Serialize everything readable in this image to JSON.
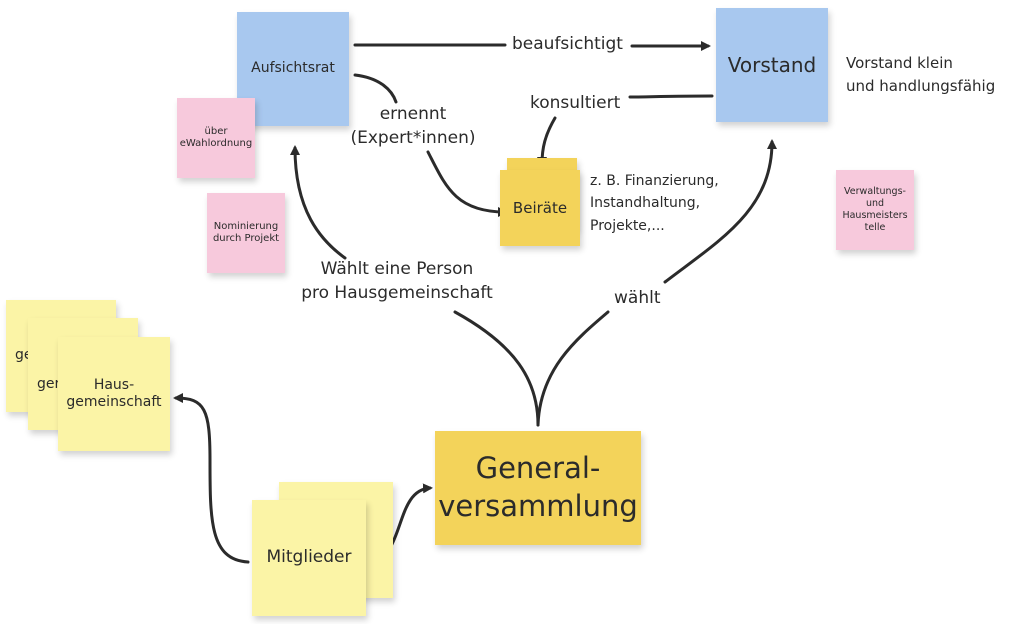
{
  "colors": {
    "blue_note": "#a8c8ef",
    "pink_note": "#f7c9dc",
    "yellow_note": "#f3d35a",
    "pale_yellow_note": "#fbf4a6",
    "arrow": "#2b2b2b"
  },
  "notes": {
    "aufsichtsrat": "Aufsichtsrat",
    "vorstand": "Vorstand",
    "beiraete": "Beiräte",
    "generalversammlung": "General-\nversammlung",
    "mitglieder": "Mitglieder",
    "hausgemeinschaft": "Haus-\ngemeinschaft",
    "stack_partial_1": "ge",
    "stack_partial_2": "ger",
    "wahlordnung": "über\neWahlordnung",
    "nominierung": "Nominierung\ndurch Projekt",
    "verwaltung": "Verwaltungs-\nund\nHausmeisters\ntelle"
  },
  "texts": {
    "vorstand_note": "Vorstand klein\nund handlungsfähig",
    "beiraete_examples": "z. B. Finanzierung,\nInstandhaltung,\nProjekte,..."
  },
  "edges": {
    "beaufsichtigt": "beaufsichtigt",
    "konsultiert": "konsultiert",
    "ernennt": "ernennt\n(Expert*innen)",
    "waehlt_person": "Wählt eine Person\npro Hausgemeinschaft",
    "waehlt": "wählt"
  }
}
